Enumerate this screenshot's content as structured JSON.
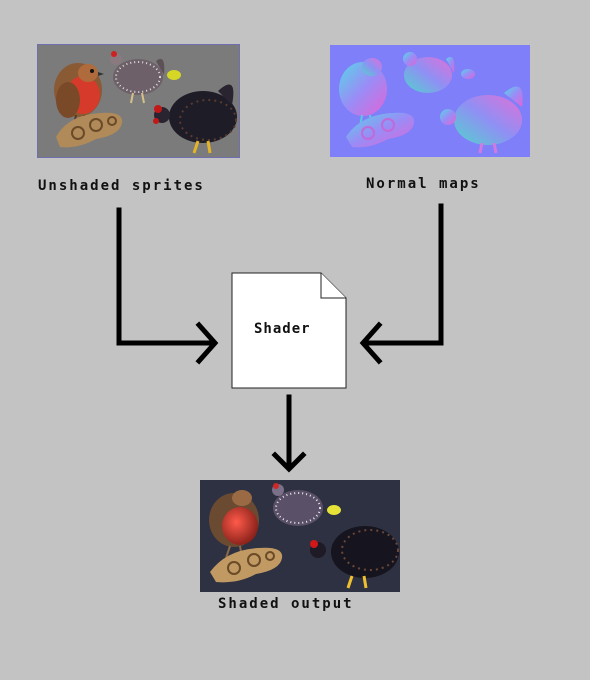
{
  "nodes": {
    "unshaded_label": "Unshaded sprites",
    "normal_label": "Normal maps",
    "shader_label": "Shader",
    "output_label": "Shaded output"
  },
  "colors": {
    "background": "#c3c3c3",
    "arrow": "#000000",
    "unshaded_panel_bg": "#7a7a7a",
    "normal_panel_bg": "#7f7ff9",
    "output_panel_bg": "#2d3141"
  },
  "icons": {
    "shader": "document-icon",
    "arrows": "arrow-icon"
  }
}
